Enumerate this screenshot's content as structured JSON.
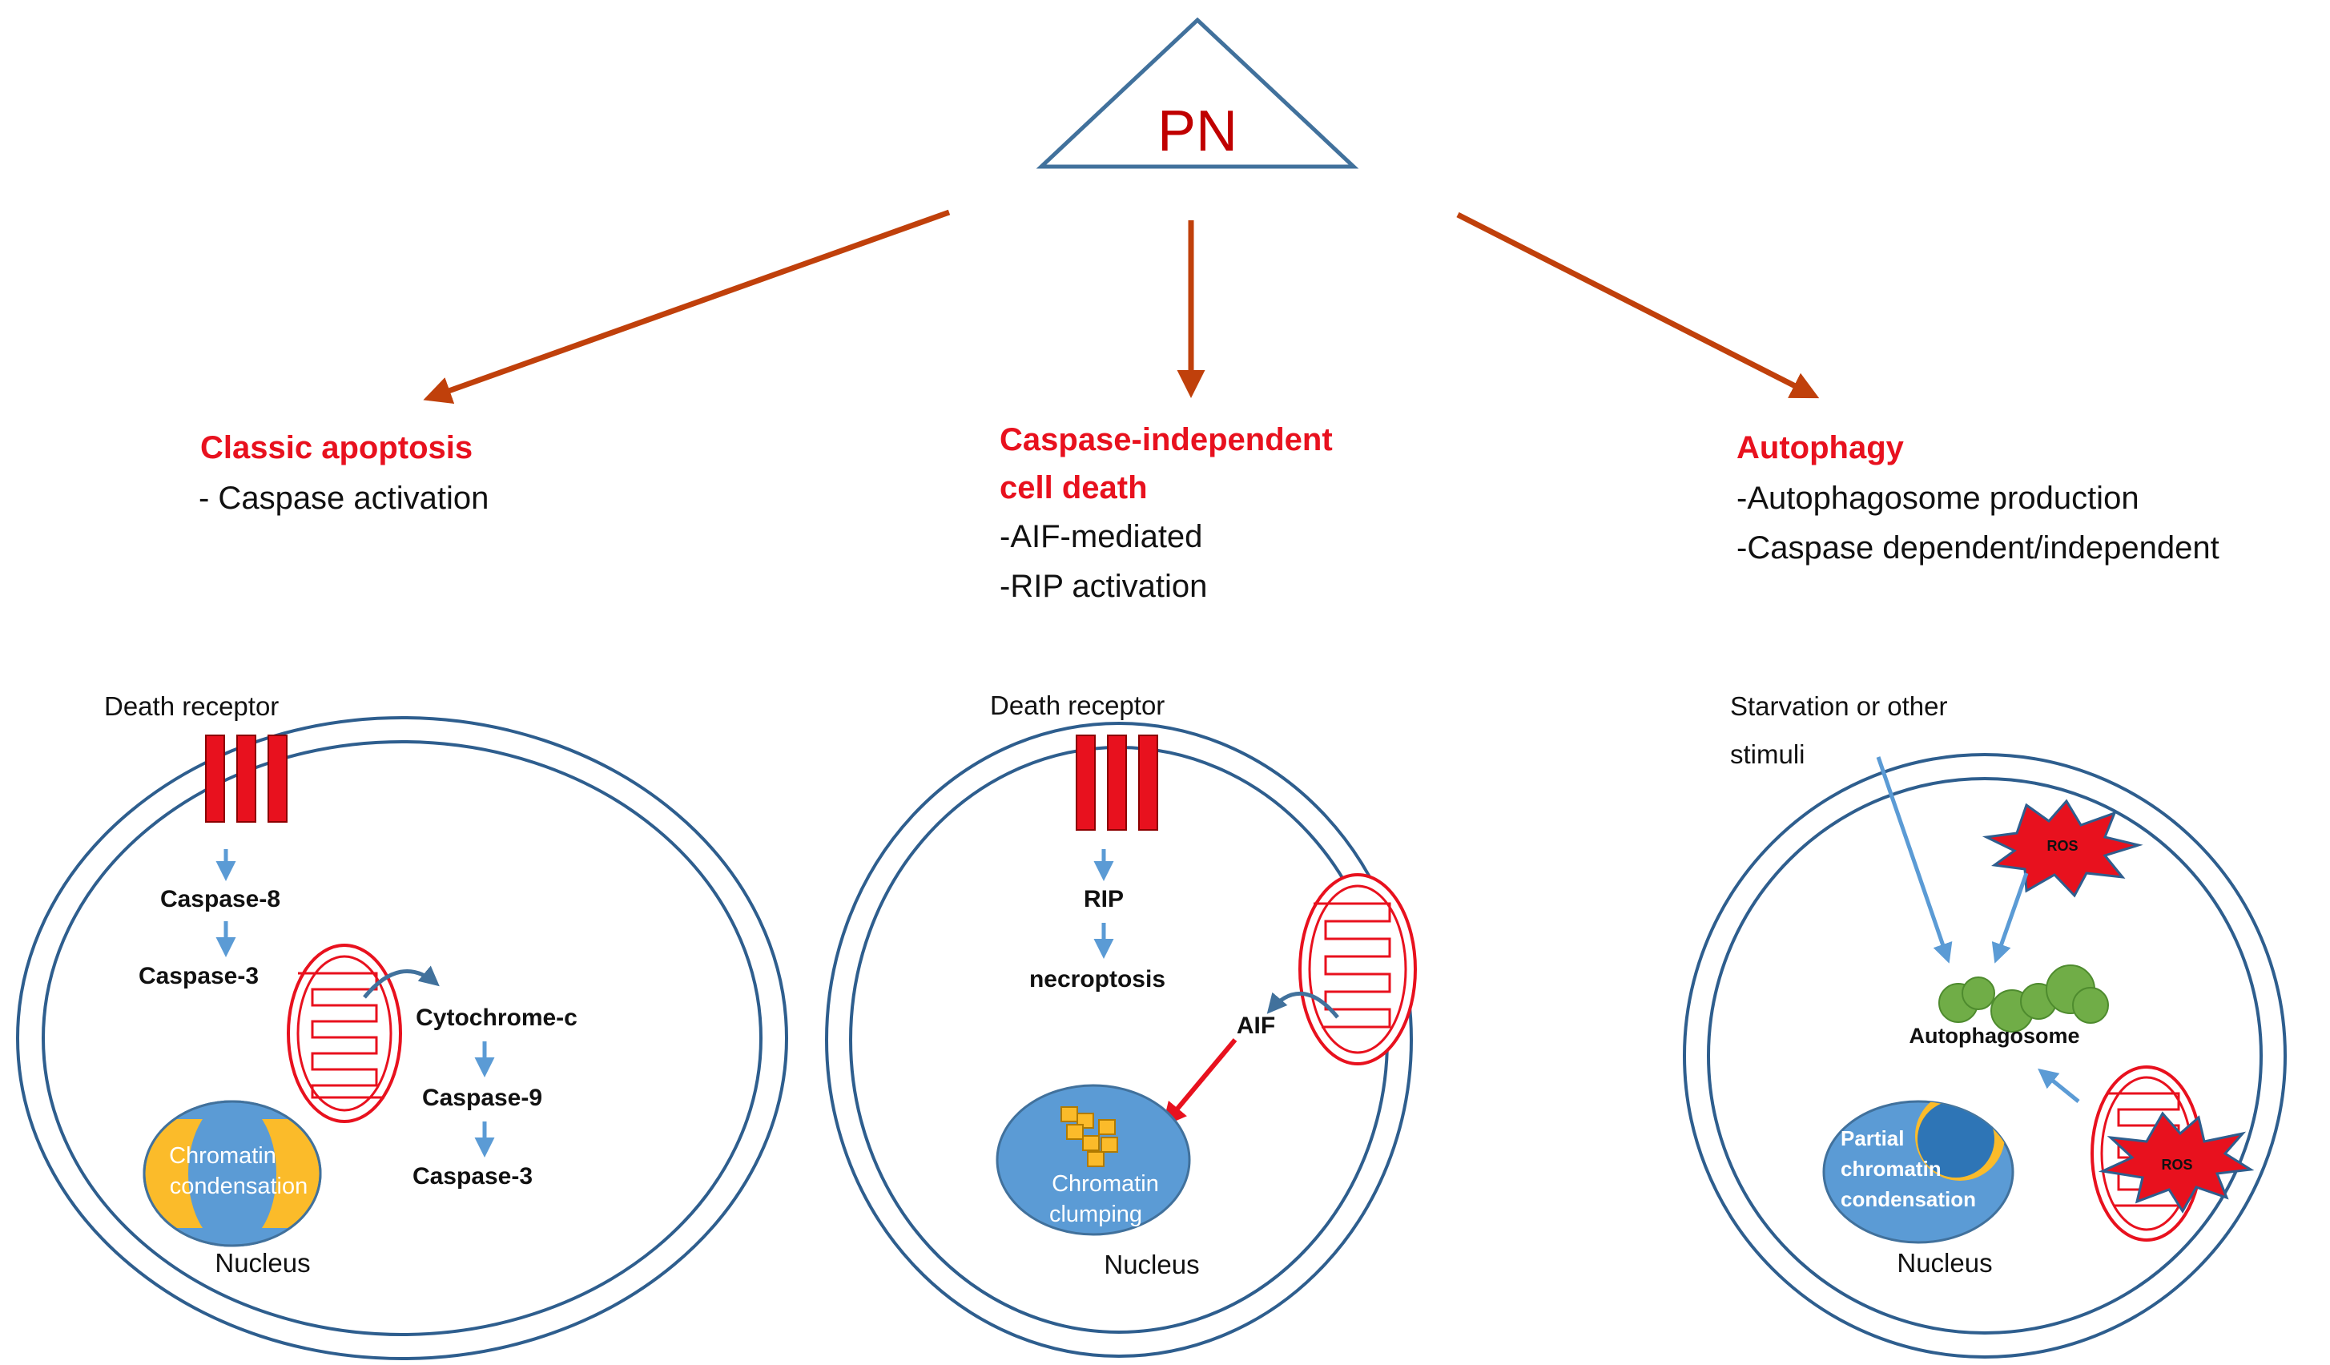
{
  "top": {
    "label": "PN"
  },
  "branches": [
    {
      "title": "Classic apoptosis",
      "lines": [
        "- Caspase activation"
      ]
    },
    {
      "title_lines": [
        "Caspase-independent",
        "cell death"
      ],
      "lines": [
        "-AIF-mediated",
        "-RIP activation"
      ]
    },
    {
      "title": "Autophagy",
      "lines": [
        "-Autophagosome production",
        "-Caspase dependent/independent"
      ]
    }
  ],
  "cells": [
    {
      "receptor_label": "Death receptor",
      "steps": [
        "Caspase-8",
        "Caspase-3",
        "Cytochrome-c",
        "Caspase-9",
        "Caspase-3"
      ],
      "nucleus_text": [
        "Chromatin",
        "condensation"
      ],
      "nucleus_label": "Nucleus"
    },
    {
      "receptor_label": "Death receptor",
      "steps": [
        "RIP",
        "necroptosis",
        "AIF"
      ],
      "nucleus_text": [
        "Chromatin",
        "clumping"
      ],
      "nucleus_label": "Nucleus"
    },
    {
      "stimuli_lines": [
        "Starvation or other",
        "stimuli"
      ],
      "ros_label": "ROS",
      "autophagosome_label": "Autophagosome",
      "nucleus_text": [
        "Partial",
        "chromatin",
        "condensation"
      ],
      "nucleus_label": "Nucleus"
    }
  ],
  "colors": {
    "title_red": "#e8111e",
    "pn_red": "#c00000",
    "branch_arrow": "#c0400b",
    "membrane_blue": "#2e5e8e",
    "pathway_arrow_blue": "#5b9bd5",
    "nucleus_blue": "#5b9bd5",
    "chromatin_yellow": "#fbbb2a",
    "autophagosome_green": "#70ad47"
  }
}
